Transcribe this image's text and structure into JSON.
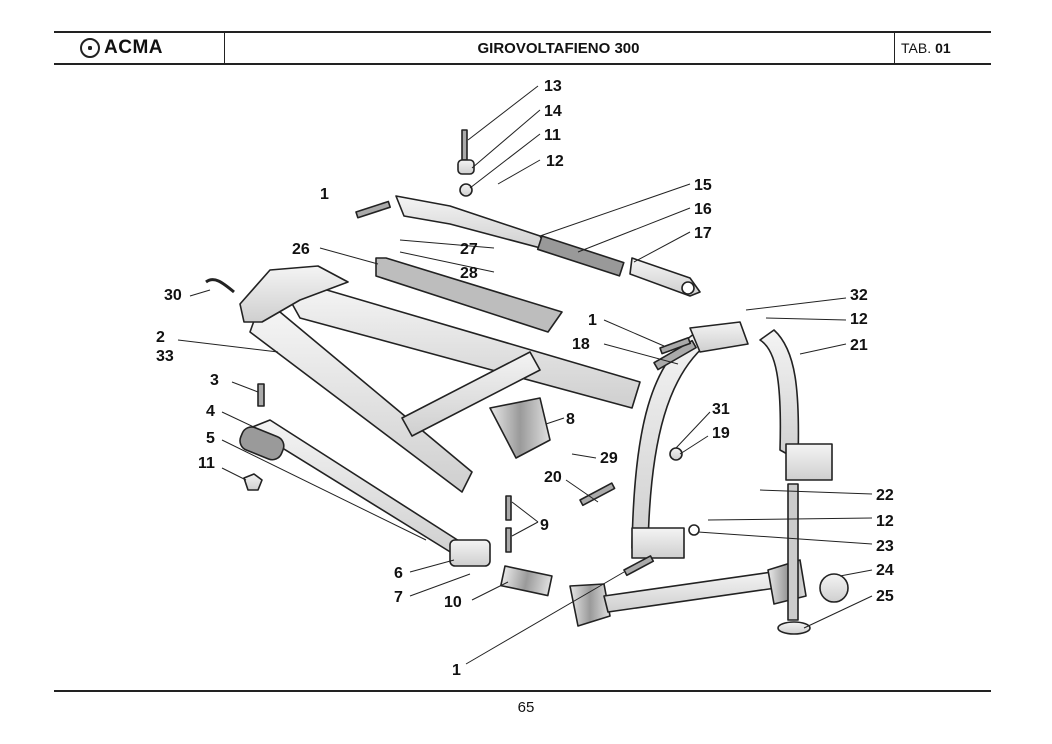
{
  "header": {
    "logo_text": "ACMA",
    "title": "GIROVOLTAFIENO 300",
    "tab_prefix": "TAB.",
    "tab_number": "01"
  },
  "callouts": {
    "c13": "13",
    "c14": "14",
    "c11a": "11",
    "c12a": "12",
    "c1a": "1",
    "c15": "15",
    "c16": "16",
    "c17": "17",
    "c26": "26",
    "c27": "27",
    "c28": "28",
    "c30": "30",
    "c2": "2",
    "c33": "33",
    "c1b": "1",
    "c18": "18",
    "c32": "32",
    "c12b": "12",
    "c21": "21",
    "c3": "3",
    "c4": "4",
    "c5": "5",
    "c11b": "11",
    "c8": "8",
    "c31": "31",
    "c19": "19",
    "c29": "29",
    "c20": "20",
    "c9": "9",
    "c22": "22",
    "c12c": "12",
    "c23": "23",
    "c24": "24",
    "c25": "25",
    "c6": "6",
    "c7": "7",
    "c10": "10",
    "c1c": "1"
  },
  "footer": {
    "page_number": "65"
  }
}
